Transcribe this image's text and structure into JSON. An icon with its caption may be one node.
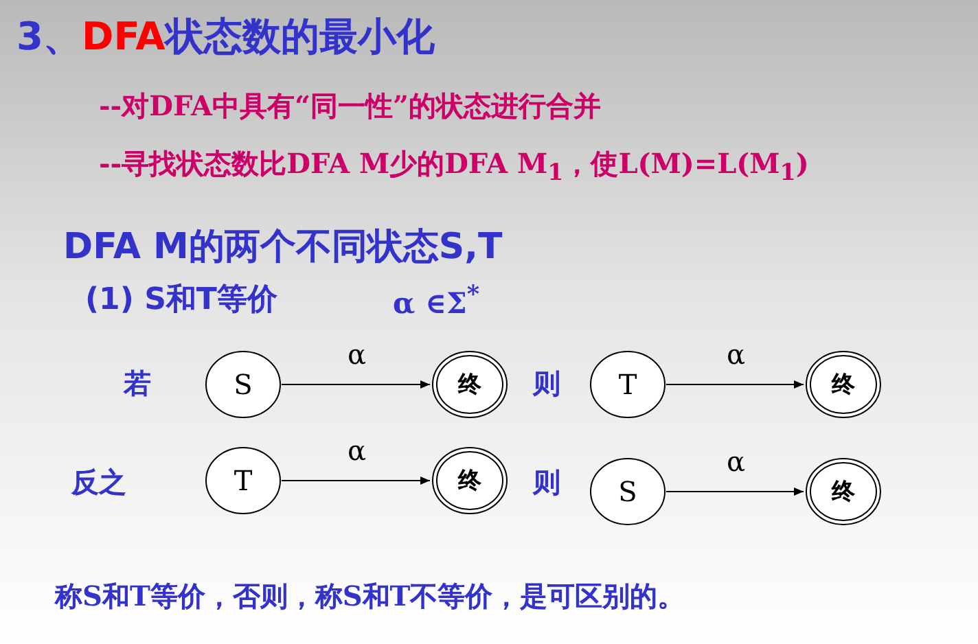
{
  "diagram": {
    "title": "3、**DFA**状态数的最小化",
    "nodes": [
      {
        "text": [
          "S"
        ]
      },
      {
        "text": [
          "终"
        ]
      },
      {
        "text": [
          "T"
        ]
      },
      {
        "text": [
          "终"
        ]
      },
      {
        "text": [
          "T"
        ]
      },
      {
        "text": [
          "终"
        ]
      },
      {
        "text": [
          "S"
        ]
      },
      {
        "text": [
          "终"
        ]
      }
    ],
    "edges": [
      {
        "from": 0,
        "to": 1,
        "arrow": "to",
        "label": "α"
      },
      {
        "from": 2,
        "to": 3,
        "arrow": "to",
        "label": "α"
      },
      {
        "from": 4,
        "to": 5,
        "arrow": "to",
        "label": "α"
      },
      {
        "from": 6,
        "to": 7,
        "arrow": "to",
        "label": "α"
      }
    ],
    "labels": [
      "--对DFA中具有“同一性”的状态进行合并",
      "--寻找状态数比DFA M少的DFA M$_{1}$，使L(M)=L(M$_{1}$)",
      "DFA M的两个不同状态S,T",
      "(1) S和T等价",
      "α ∈Σ$^{*}$",
      "若",
      "则",
      "反之",
      "则",
      "称S和T等价，否则，称S和T不等价，是可区别的。"
    ]
  }
}
